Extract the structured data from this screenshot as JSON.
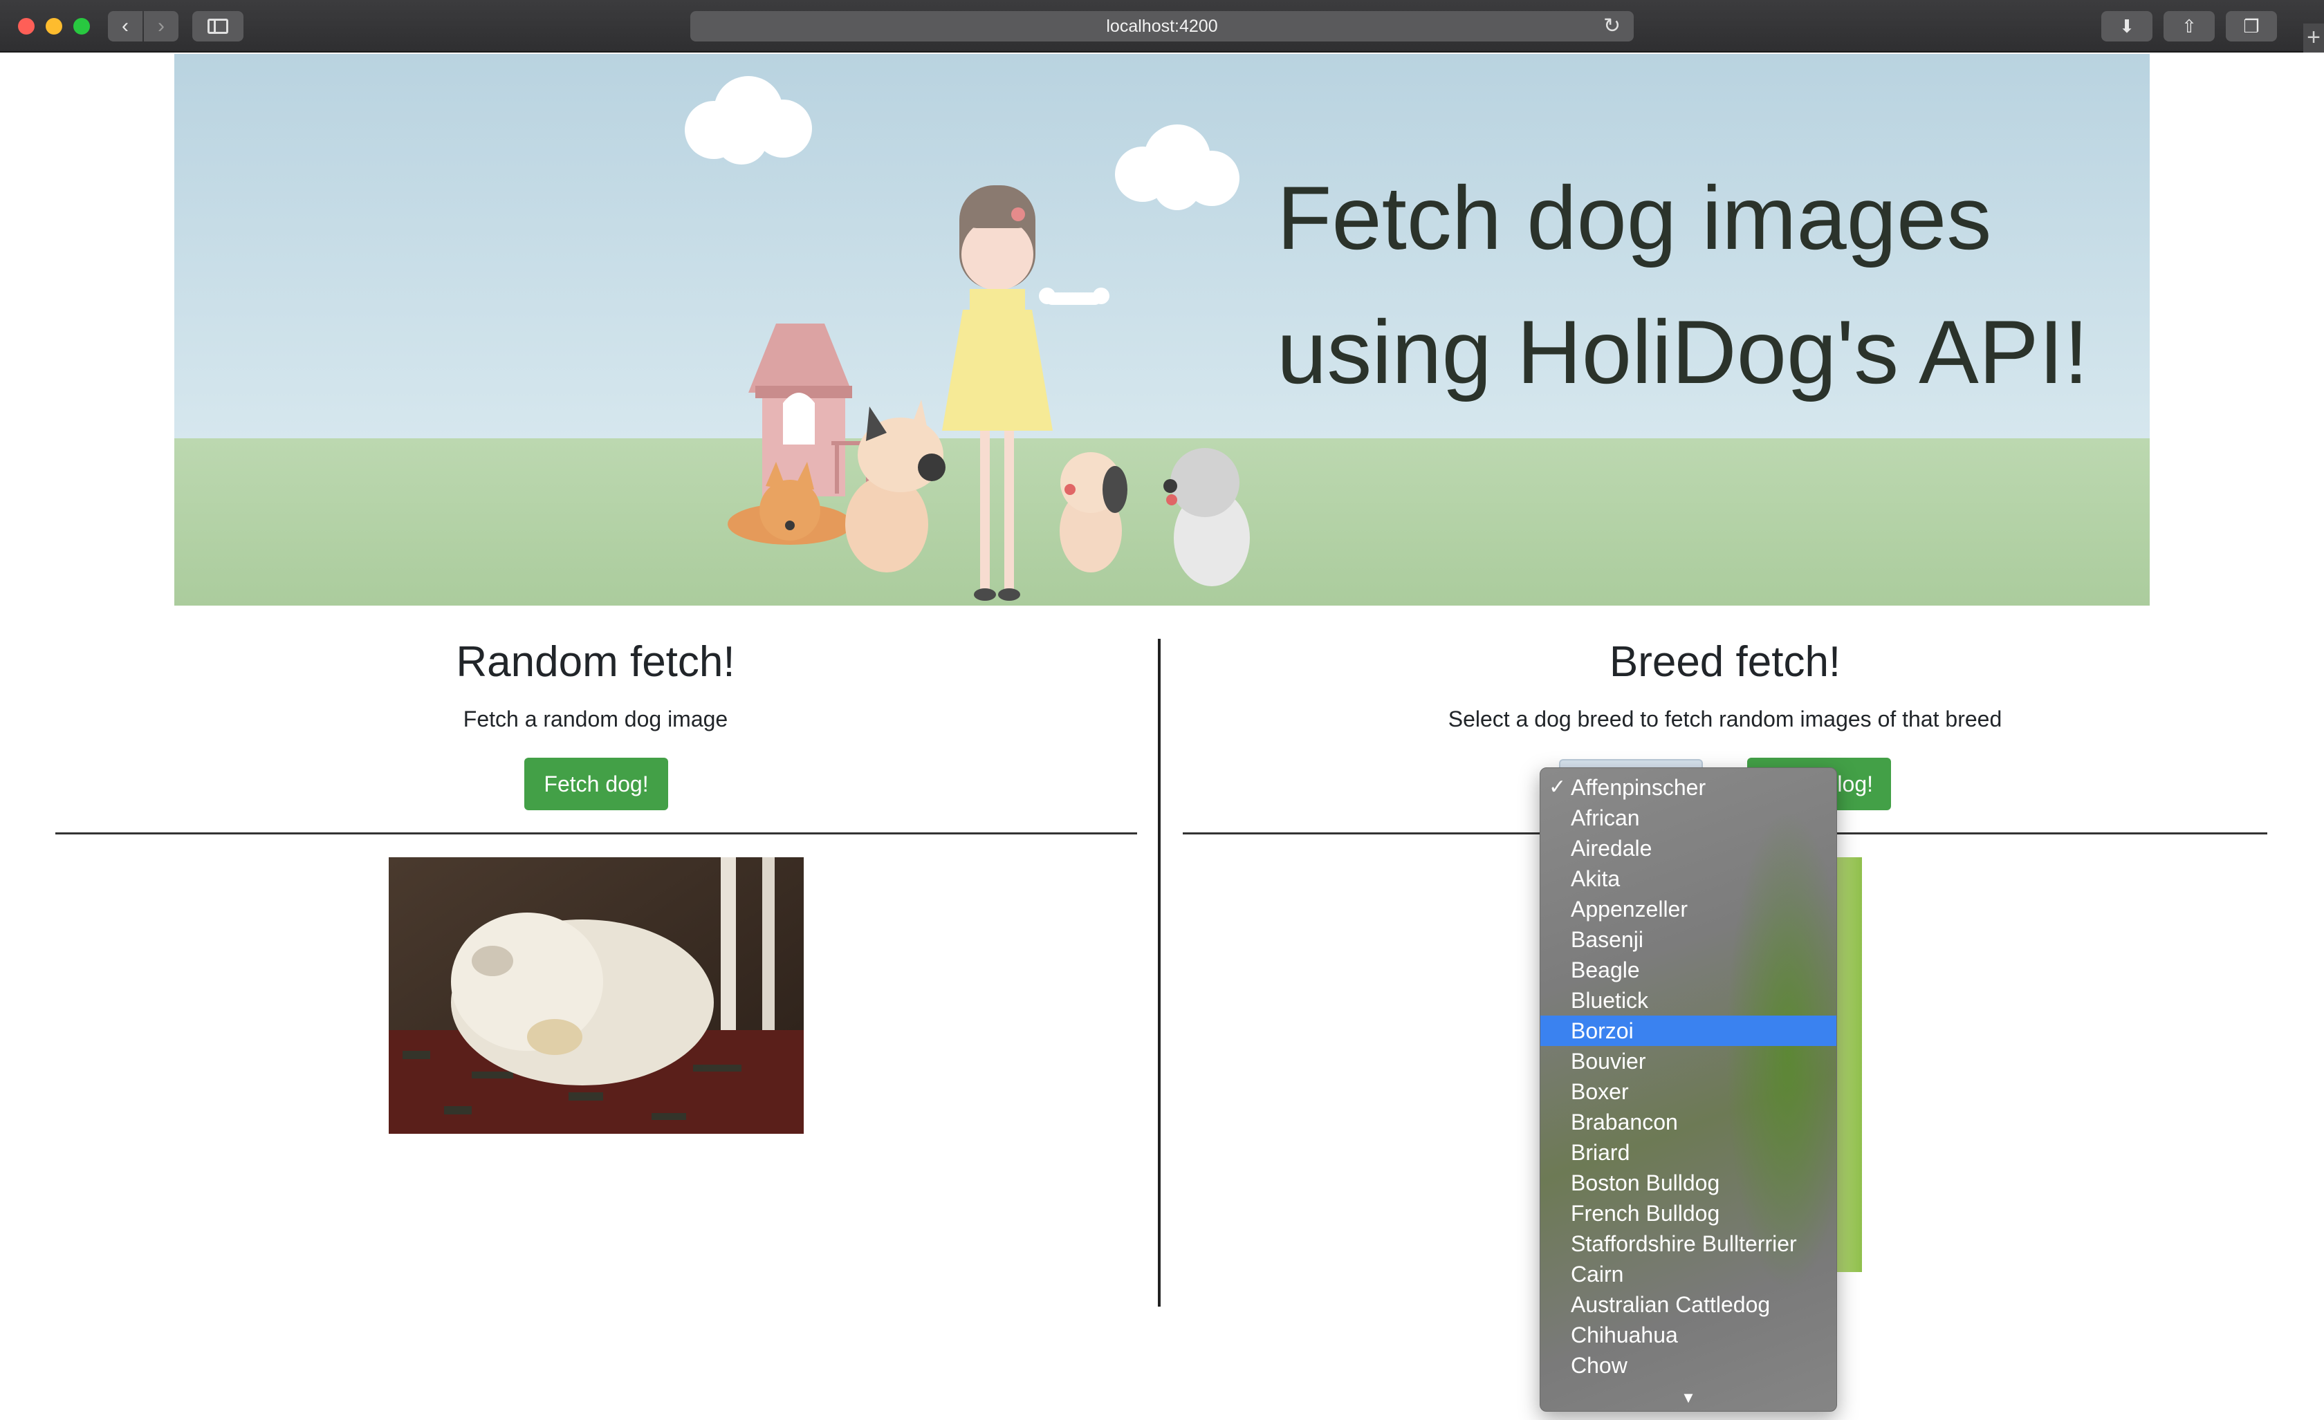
{
  "browser": {
    "url": "localhost:4200"
  },
  "hero": {
    "title_line1": "Fetch dog images",
    "title_line2": "using HoliDog's API!"
  },
  "random_section": {
    "title": "Random fetch!",
    "subtitle": "Fetch a random dog image",
    "button_label": "Fetch dog!"
  },
  "breed_section": {
    "title": "Breed fetch!",
    "subtitle": "Select a dog breed to fetch random images of that breed",
    "button_label": "Fetch dog!",
    "button_visible_label": "log!"
  },
  "breed_dropdown": {
    "checked_value": "Affenpinscher",
    "highlighted_value": "Borzoi",
    "options": [
      "Affenpinscher",
      "African",
      "Airedale",
      "Akita",
      "Appenzeller",
      "Basenji",
      "Beagle",
      "Bluetick",
      "Borzoi",
      "Bouvier",
      "Boxer",
      "Brabancon",
      "Briard",
      "Boston Bulldog",
      "French Bulldog",
      "Staffordshire Bullterrier",
      "Cairn",
      "Australian Cattledog",
      "Chihuahua",
      "Chow"
    ]
  },
  "colors": {
    "button_green": "#43a047",
    "highlight_blue": "#3a82f0"
  }
}
